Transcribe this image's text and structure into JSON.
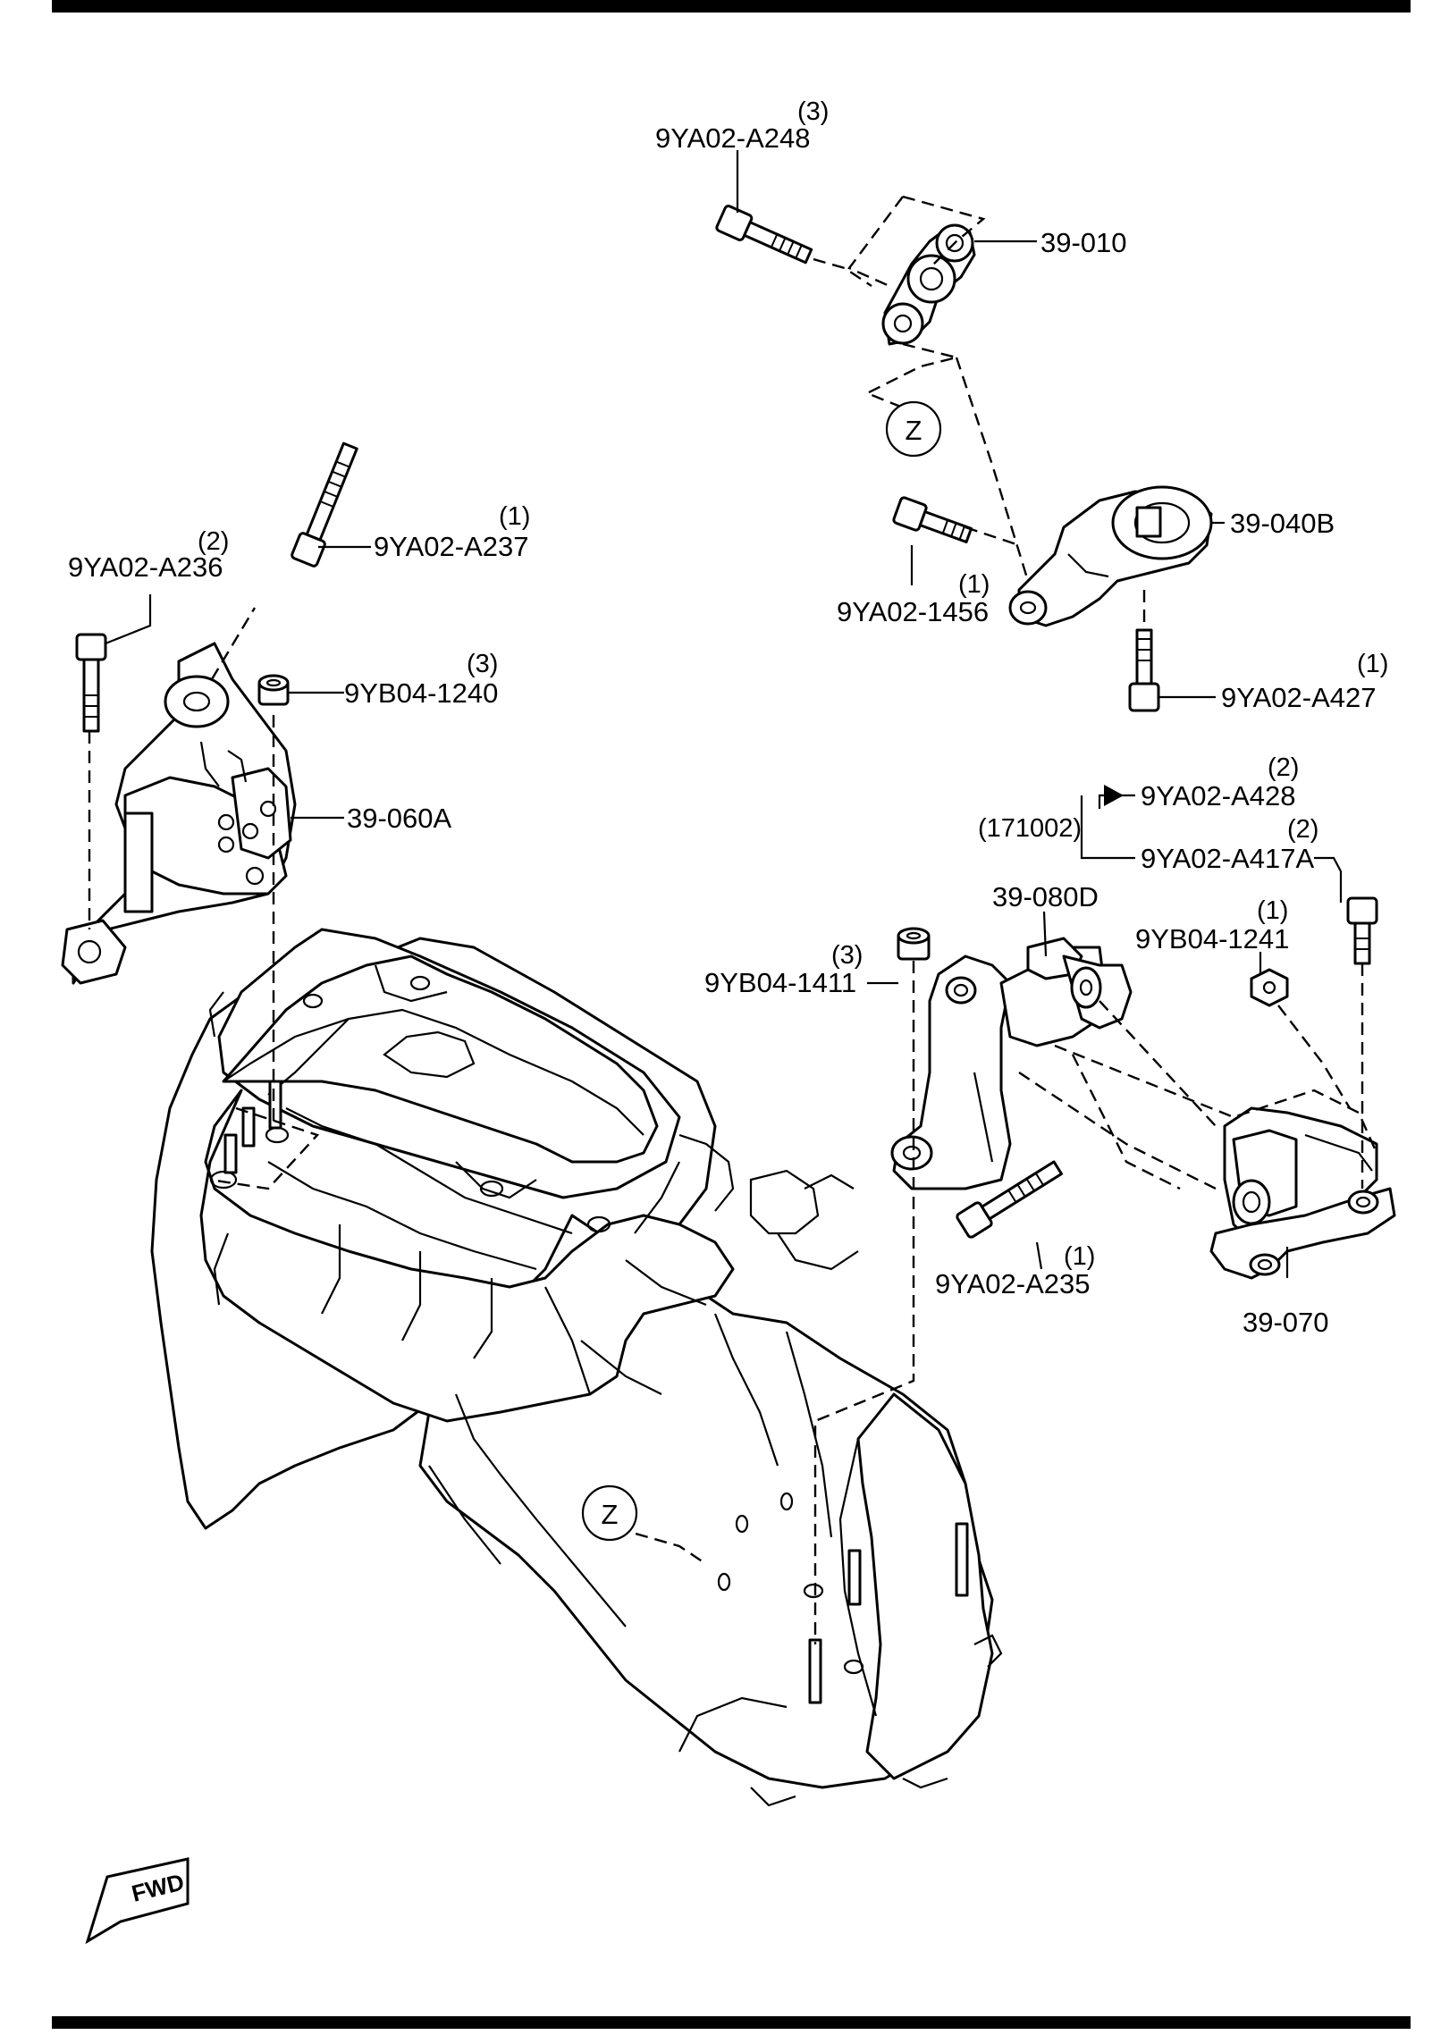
{
  "diagram": {
    "labels": {
      "p39010": "39-010",
      "p39040b": "39-040B",
      "p39060a": "39-060A",
      "p39080d": "39-080D",
      "p39070": "39-070",
      "a248": "9YA02-A248",
      "a248_qty": "(3)",
      "a237": "9YA02-A237",
      "a237_qty": "(1)",
      "a236": "9YA02-A236",
      "a236_qty": "(2)",
      "b1240": "9YB04-1240",
      "b1240_qty": "(3)",
      "a1456": "9YA02-1456",
      "a1456_qty": "(1)",
      "a427": "9YA02-A427",
      "a427_qty": "(1)",
      "a428": "9YA02-A428",
      "a428_qty": "(2)",
      "date_code": "(171002)",
      "a417a": "9YA02-A417A",
      "a417a_qty": "(2)",
      "b1241": "9YB04-1241",
      "b1241_qty": "(1)",
      "b1411": "9YB04-1411",
      "b1411_qty": "(3)",
      "a235": "9YA02-A235",
      "a235_qty": "(1)",
      "z_top": "Z",
      "z_bottom": "Z",
      "fwd": "FWD"
    }
  }
}
